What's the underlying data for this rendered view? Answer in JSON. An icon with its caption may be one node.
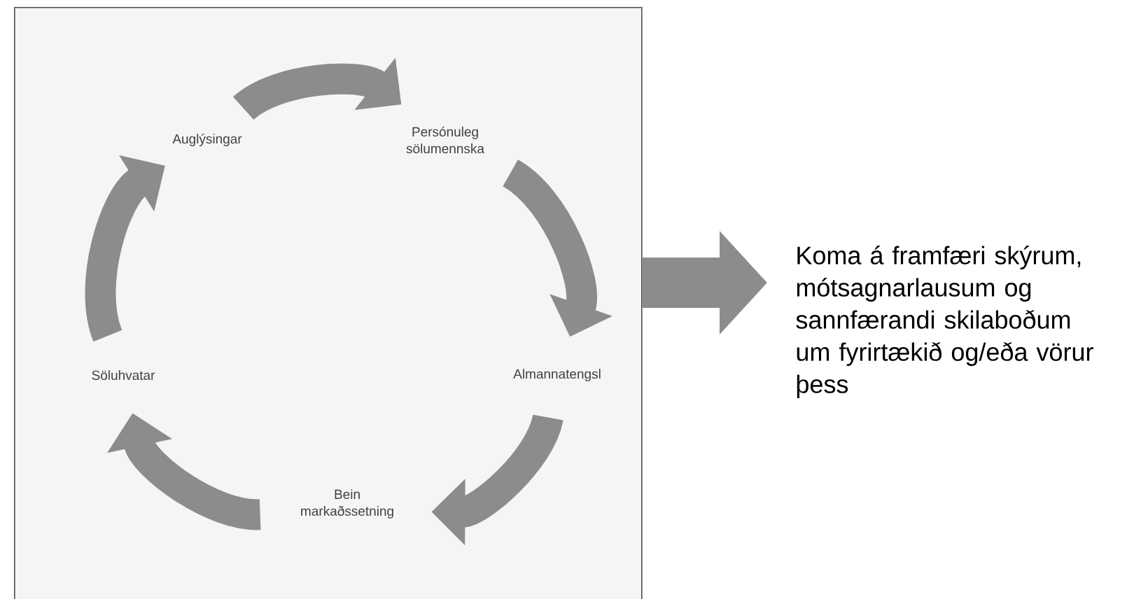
{
  "diagram": {
    "nodes": [
      {
        "text": [],
        "shape": "box"
      },
      {
        "text": [
          "Auglýsingar"
        ],
        "in": 0
      },
      {
        "text": [
          "Persónuleg sölumennska"
        ],
        "in": 0
      },
      {
        "text": [
          "Almannatengsl"
        ],
        "in": 0
      },
      {
        "text": [
          "Bein markaðssetning"
        ],
        "in": 0
      },
      {
        "text": [
          "Söluhvatar"
        ],
        "in": 0
      },
      {
        "text": [
          "Koma á framfæri skýrum, mótsagnarlausum og sannfærandi skilaboðum um fyrirtækið og/eða vörur þess"
        ]
      }
    ],
    "edges": [
      {
        "from": 1,
        "to": 2,
        "arrow": "to"
      },
      {
        "from": 2,
        "to": 3,
        "arrow": "to"
      },
      {
        "from": 3,
        "to": 4,
        "arrow": "to"
      },
      {
        "from": 4,
        "to": 5,
        "arrow": "to"
      },
      {
        "from": 5,
        "to": 1,
        "arrow": "to"
      },
      {
        "from": 0,
        "to": 6,
        "arrow": "to"
      }
    ]
  }
}
